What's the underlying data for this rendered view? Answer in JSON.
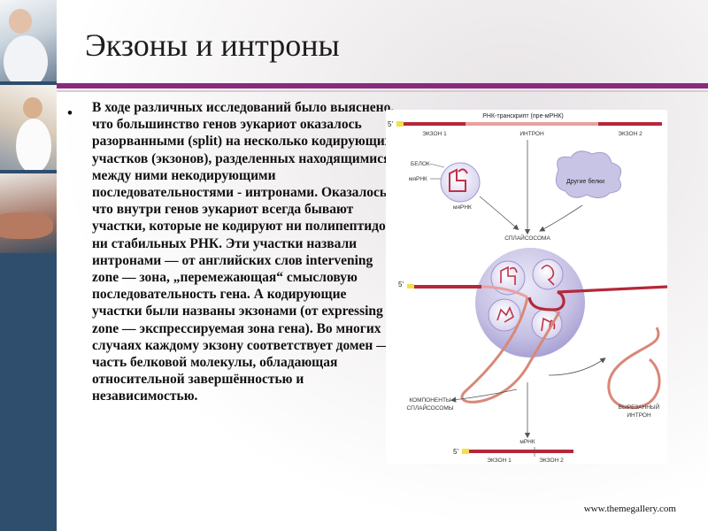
{
  "slide": {
    "title": "Экзоны и интроны",
    "bullet_text": "В ходе различных исследований было выяснено, что большинство генов эукариот оказалось разорванными (split) на несколько кодирующих участков (экзонов), разделенных находящимися между ними некодирующими последовательностями - интронами. Оказалось, что внутри генов эукариот всегда бывают участки, которые не кодируют ни полипептидов, ни стабильных РНК. Эти участки назвали интронами — от английских слов intervening zone — зона, „перемежающая“ смысловую последовательность гена. А кодирующие участки были названы экзонами (от expressing zone — экспрессируемая зона гена). Во многих случаях каждому экзону соответствует домен — часть белковой молекулы, обладающая относительной завершённостью и независимостью.",
    "footer": "www.themegallery.com"
  },
  "diagram": {
    "top_label": "РНК-транскрипт (пре-мРНК)",
    "five_prime": "5'",
    "exon1": "ЭКЗОН 1",
    "intron": "ИНТРОН",
    "exon2": "ЭКЗОН 2",
    "protein": "БЕЛОК",
    "snrna": "мяРНК",
    "snrnp": "мяРНК",
    "other_proteins": "Другие белки",
    "spliceosome": "СПЛАЙСОСОМА",
    "components_1": "КОМПОНЕНТЫ",
    "components_2": "СПЛАЙСОСОМЫ",
    "excised_1": "ВЫРЕЗАННЫЙ",
    "excised_2": "ИНТРОН",
    "mrna": "мРНК",
    "colors": {
      "exon": "#b5283a",
      "intron": "#e8a0a0",
      "yellow_cap": "#f1e04a",
      "sphere": "#c8c4e6",
      "loop": "#d98878"
    }
  },
  "theme": {
    "accent_bar": "#8a2a7e",
    "sidebar": "#2f4e6e"
  }
}
